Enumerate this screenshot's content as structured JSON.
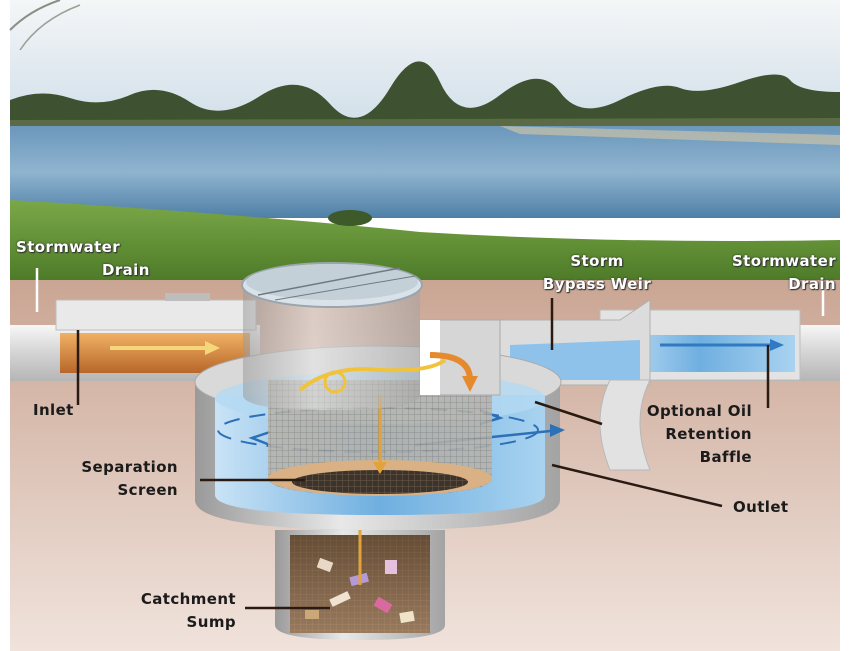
{
  "labels": {
    "stormwater_drain_left": [
      "Stormwater",
      "Drain"
    ],
    "storm_bypass_weir": [
      "Storm",
      "Bypass Weir"
    ],
    "stormwater_drain_right": [
      "Stormwater",
      "Drain"
    ],
    "inlet": "Inlet",
    "optional_oil_retention_baffle": [
      "Optional Oil",
      "Retention",
      "Baffle"
    ],
    "separation_screen": [
      "Separation",
      "Screen"
    ],
    "outlet": "Outlet",
    "catchment_sump": [
      "Catchment",
      "Sump"
    ]
  },
  "colors": {
    "sky": "#dfe9ef",
    "water": "#5f8fb3",
    "grass": "#6a9a3a",
    "soil": "#c7a391",
    "pipe": "#e6e6e6",
    "inlet_flow": "#d98a3c",
    "chamber_water": "#7fb6e4",
    "arrow_yellow": "#f2b731"
  }
}
